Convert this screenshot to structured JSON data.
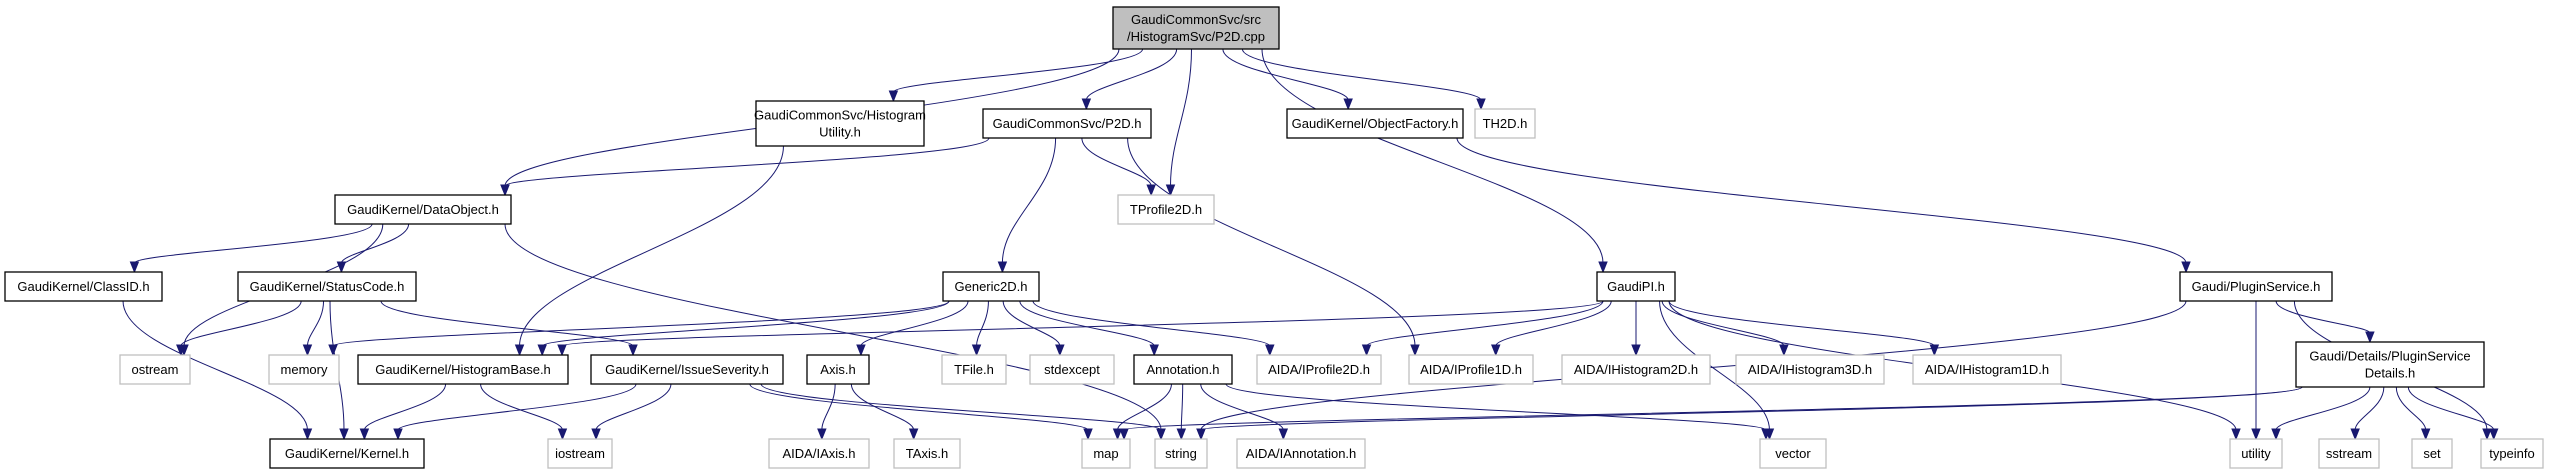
{
  "graph": {
    "title": "Include dependency graph for GaudiCommonSvc/src/HistogramSvc/P2D.cpp",
    "edge_color": "#191970",
    "root_fill": "#bfbfbf",
    "external_border": "#bfbfbf",
    "nodes": [
      {
        "id": "root",
        "lines": [
          "GaudiCommonSvc/src",
          "/HistogramSvc/P2D.cpp"
        ],
        "kind": "root"
      },
      {
        "id": "histutil",
        "lines": [
          "GaudiCommonSvc/Histogram",
          "Utility.h"
        ],
        "kind": "file"
      },
      {
        "id": "p2dh",
        "lines": [
          "GaudiCommonSvc/P2D.h"
        ],
        "kind": "file"
      },
      {
        "id": "objfactory",
        "lines": [
          "GaudiKernel/ObjectFactory.h"
        ],
        "kind": "file"
      },
      {
        "id": "th2d",
        "lines": [
          "TH2D.h"
        ],
        "kind": "external"
      },
      {
        "id": "dataobject",
        "lines": [
          "GaudiKernel/DataObject.h"
        ],
        "kind": "file"
      },
      {
        "id": "tprofile2d",
        "lines": [
          "TProfile2D.h"
        ],
        "kind": "external"
      },
      {
        "id": "classid",
        "lines": [
          "GaudiKernel/ClassID.h"
        ],
        "kind": "file"
      },
      {
        "id": "statuscode",
        "lines": [
          "GaudiKernel/StatusCode.h"
        ],
        "kind": "file"
      },
      {
        "id": "generic2d",
        "lines": [
          "Generic2D.h"
        ],
        "kind": "file"
      },
      {
        "id": "gaudipi",
        "lines": [
          "GaudiPI.h"
        ],
        "kind": "file"
      },
      {
        "id": "pluginservice",
        "lines": [
          "Gaudi/PluginService.h"
        ],
        "kind": "file"
      },
      {
        "id": "ostream",
        "lines": [
          "ostream"
        ],
        "kind": "external"
      },
      {
        "id": "memory",
        "lines": [
          "memory"
        ],
        "kind": "external"
      },
      {
        "id": "histbase",
        "lines": [
          "GaudiKernel/HistogramBase.h"
        ],
        "kind": "file"
      },
      {
        "id": "issueseverity",
        "lines": [
          "GaudiKernel/IssueSeverity.h"
        ],
        "kind": "file"
      },
      {
        "id": "axis",
        "lines": [
          "Axis.h"
        ],
        "kind": "file"
      },
      {
        "id": "tfile",
        "lines": [
          "TFile.h"
        ],
        "kind": "external"
      },
      {
        "id": "stdexcept",
        "lines": [
          "stdexcept"
        ],
        "kind": "external"
      },
      {
        "id": "annotation",
        "lines": [
          "Annotation.h"
        ],
        "kind": "file"
      },
      {
        "id": "iprofile2d",
        "lines": [
          "AIDA/IProfile2D.h"
        ],
        "kind": "external"
      },
      {
        "id": "iprofile1d",
        "lines": [
          "AIDA/IProfile1D.h"
        ],
        "kind": "external"
      },
      {
        "id": "ihist2d",
        "lines": [
          "AIDA/IHistogram2D.h"
        ],
        "kind": "external"
      },
      {
        "id": "ihist3d",
        "lines": [
          "AIDA/IHistogram3D.h"
        ],
        "kind": "external"
      },
      {
        "id": "ihist1d",
        "lines": [
          "AIDA/IHistogram1D.h"
        ],
        "kind": "external"
      },
      {
        "id": "plugindetails",
        "lines": [
          "Gaudi/Details/PluginService",
          "Details.h"
        ],
        "kind": "file"
      },
      {
        "id": "kernel",
        "lines": [
          "GaudiKernel/Kernel.h"
        ],
        "kind": "file"
      },
      {
        "id": "iostream",
        "lines": [
          "iostream"
        ],
        "kind": "external"
      },
      {
        "id": "iaxis",
        "lines": [
          "AIDA/IAxis.h"
        ],
        "kind": "external"
      },
      {
        "id": "taxis",
        "lines": [
          "TAxis.h"
        ],
        "kind": "external"
      },
      {
        "id": "map",
        "lines": [
          "map"
        ],
        "kind": "external"
      },
      {
        "id": "string",
        "lines": [
          "string"
        ],
        "kind": "external"
      },
      {
        "id": "iannotation",
        "lines": [
          "AIDA/IAnnotation.h"
        ],
        "kind": "external"
      },
      {
        "id": "vector",
        "lines": [
          "vector"
        ],
        "kind": "external"
      },
      {
        "id": "utility",
        "lines": [
          "utility"
        ],
        "kind": "external"
      },
      {
        "id": "sstream",
        "lines": [
          "sstream"
        ],
        "kind": "external"
      },
      {
        "id": "set",
        "lines": [
          "set"
        ],
        "kind": "external"
      },
      {
        "id": "typeinfo",
        "lines": [
          "typeinfo"
        ],
        "kind": "external"
      }
    ],
    "edges": [
      [
        "root",
        "dataobject"
      ],
      [
        "root",
        "histutil"
      ],
      [
        "root",
        "p2dh"
      ],
      [
        "root",
        "tprofile2d"
      ],
      [
        "root",
        "objfactory"
      ],
      [
        "root",
        "th2d"
      ],
      [
        "root",
        "gaudipi"
      ],
      [
        "histutil",
        "histbase"
      ],
      [
        "p2dh",
        "dataobject"
      ],
      [
        "p2dh",
        "tprofile2d"
      ],
      [
        "p2dh",
        "generic2d"
      ],
      [
        "p2dh",
        "iprofile1d"
      ],
      [
        "objfactory",
        "pluginservice"
      ],
      [
        "dataobject",
        "classid"
      ],
      [
        "dataobject",
        "statuscode"
      ],
      [
        "dataobject",
        "ostream"
      ],
      [
        "dataobject",
        "string"
      ],
      [
        "classid",
        "kernel"
      ],
      [
        "statuscode",
        "ostream"
      ],
      [
        "statuscode",
        "memory"
      ],
      [
        "statuscode",
        "kernel"
      ],
      [
        "statuscode",
        "issueseverity"
      ],
      [
        "generic2d",
        "histbase"
      ],
      [
        "generic2d",
        "memory"
      ],
      [
        "generic2d",
        "axis"
      ],
      [
        "generic2d",
        "tfile"
      ],
      [
        "generic2d",
        "stdexcept"
      ],
      [
        "generic2d",
        "annotation"
      ],
      [
        "generic2d",
        "iprofile2d"
      ],
      [
        "gaudipi",
        "histbase"
      ],
      [
        "gaudipi",
        "iprofile2d"
      ],
      [
        "gaudipi",
        "iprofile1d"
      ],
      [
        "gaudipi",
        "ihist2d"
      ],
      [
        "gaudipi",
        "ihist3d"
      ],
      [
        "gaudipi",
        "ihist1d"
      ],
      [
        "gaudipi",
        "vector"
      ],
      [
        "gaudipi",
        "utility"
      ],
      [
        "pluginservice",
        "plugindetails"
      ],
      [
        "pluginservice",
        "utility"
      ],
      [
        "pluginservice",
        "typeinfo"
      ],
      [
        "pluginservice",
        "string"
      ],
      [
        "histbase",
        "kernel"
      ],
      [
        "histbase",
        "iostream"
      ],
      [
        "issueseverity",
        "kernel"
      ],
      [
        "issueseverity",
        "iostream"
      ],
      [
        "issueseverity",
        "map"
      ],
      [
        "issueseverity",
        "string"
      ],
      [
        "axis",
        "iaxis"
      ],
      [
        "axis",
        "taxis"
      ],
      [
        "annotation",
        "map"
      ],
      [
        "annotation",
        "string"
      ],
      [
        "annotation",
        "iannotation"
      ],
      [
        "annotation",
        "vector"
      ],
      [
        "plugindetails",
        "map"
      ],
      [
        "plugindetails",
        "string"
      ],
      [
        "plugindetails",
        "utility"
      ],
      [
        "plugindetails",
        "sstream"
      ],
      [
        "plugindetails",
        "set"
      ],
      [
        "plugindetails",
        "typeinfo"
      ]
    ]
  }
}
